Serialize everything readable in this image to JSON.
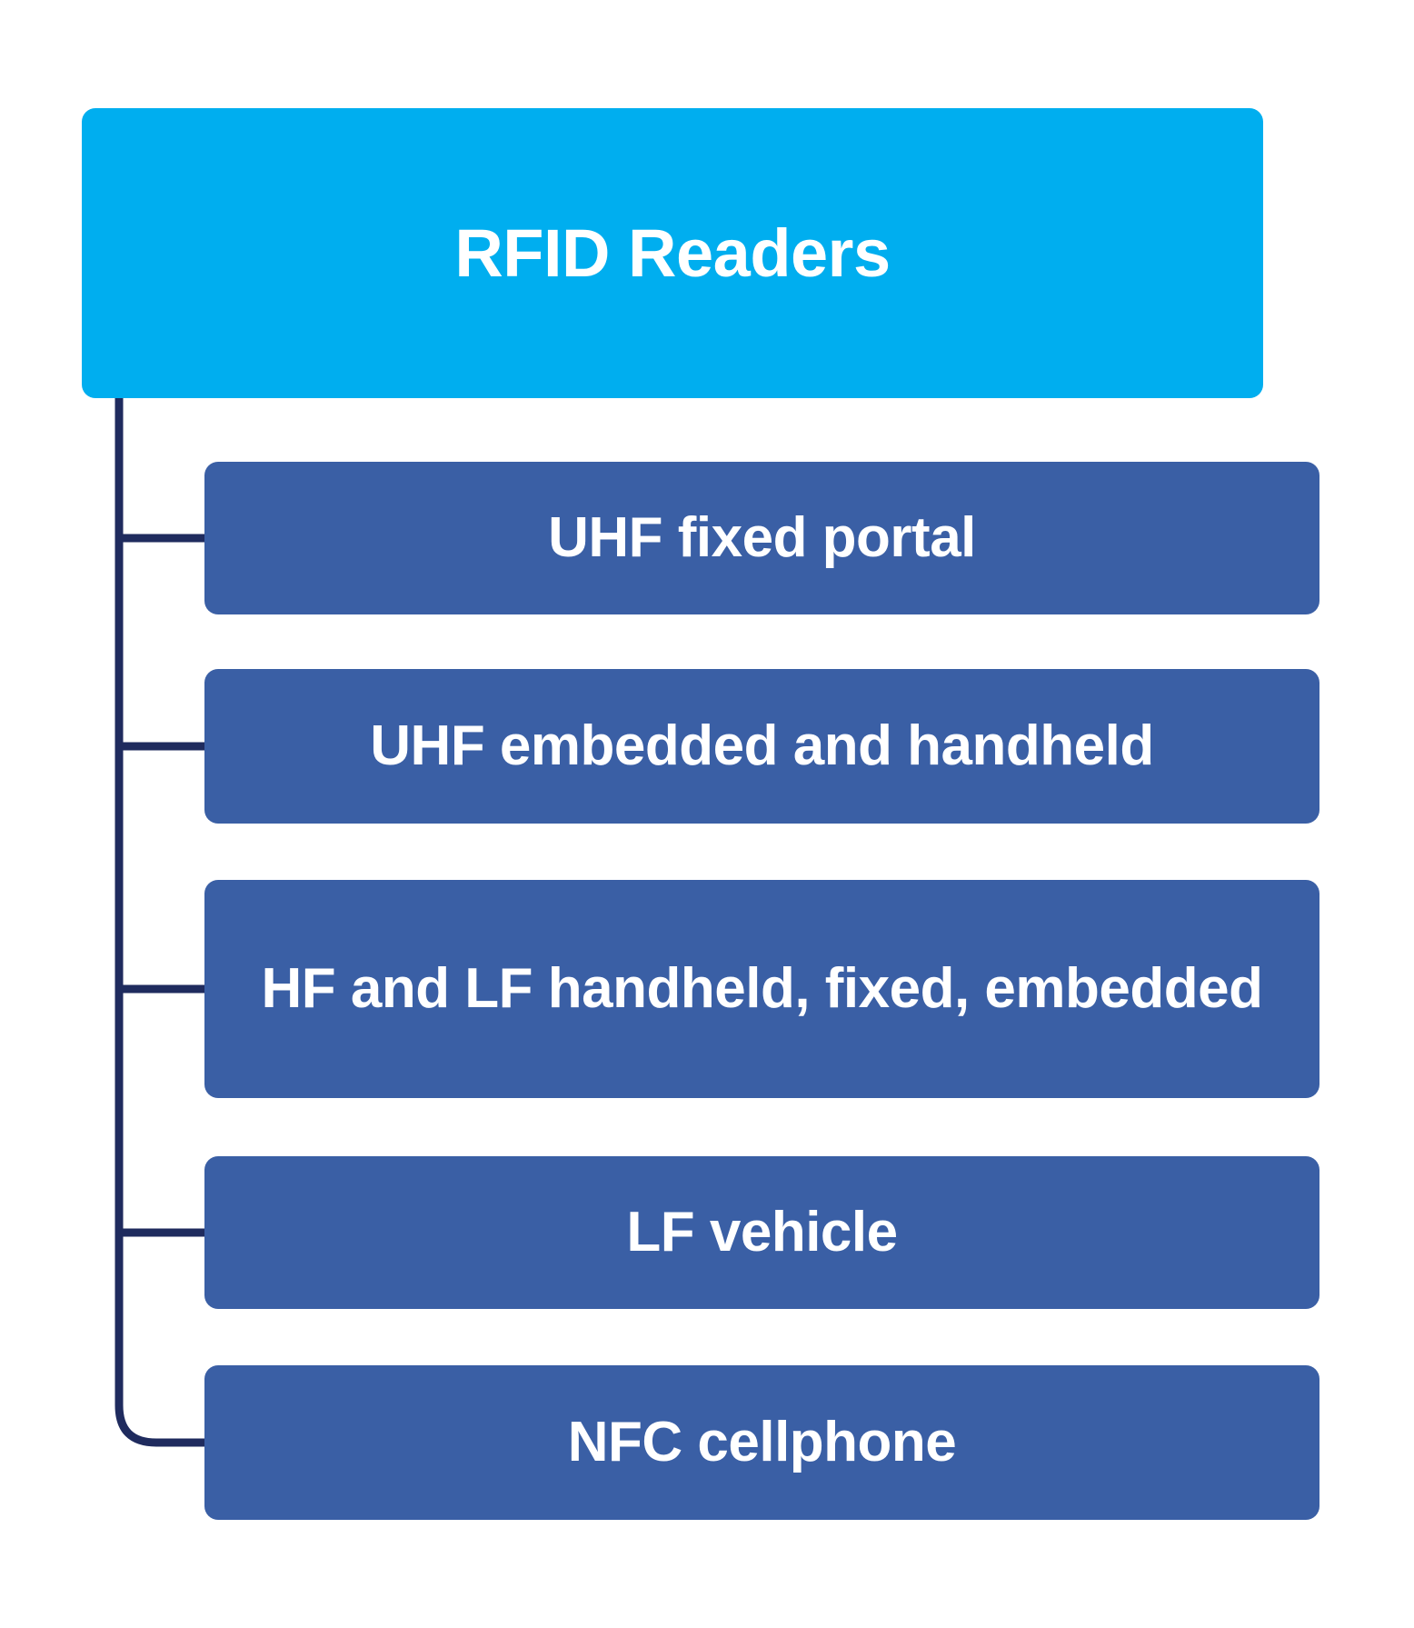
{
  "diagram": {
    "type": "hierarchy-tree",
    "orientation": "vertical-left-spine",
    "root": {
      "label": "RFID Readers",
      "fill_color": "#00AEEF",
      "text_color": "#FFFFFF"
    },
    "connector": {
      "color": "#1F2B5E",
      "stroke_width": 9,
      "style": "orthogonal-elbow"
    },
    "children": [
      {
        "label": "UHF fixed portal",
        "fill_color": "#3A5FA5",
        "text_color": "#FFFFFF"
      },
      {
        "label": "UHF embedded and handheld",
        "fill_color": "#3A5FA5",
        "text_color": "#FFFFFF"
      },
      {
        "label": "HF and LF handheld, fixed, embedded",
        "fill_color": "#3A5FA5",
        "text_color": "#FFFFFF"
      },
      {
        "label": "LF vehicle",
        "fill_color": "#3A5FA5",
        "text_color": "#FFFFFF"
      },
      {
        "label": "NFC cellphone",
        "fill_color": "#3A5FA5",
        "text_color": "#FFFFFF"
      }
    ]
  },
  "canvas": {
    "background_color": "#FFFFFF"
  }
}
